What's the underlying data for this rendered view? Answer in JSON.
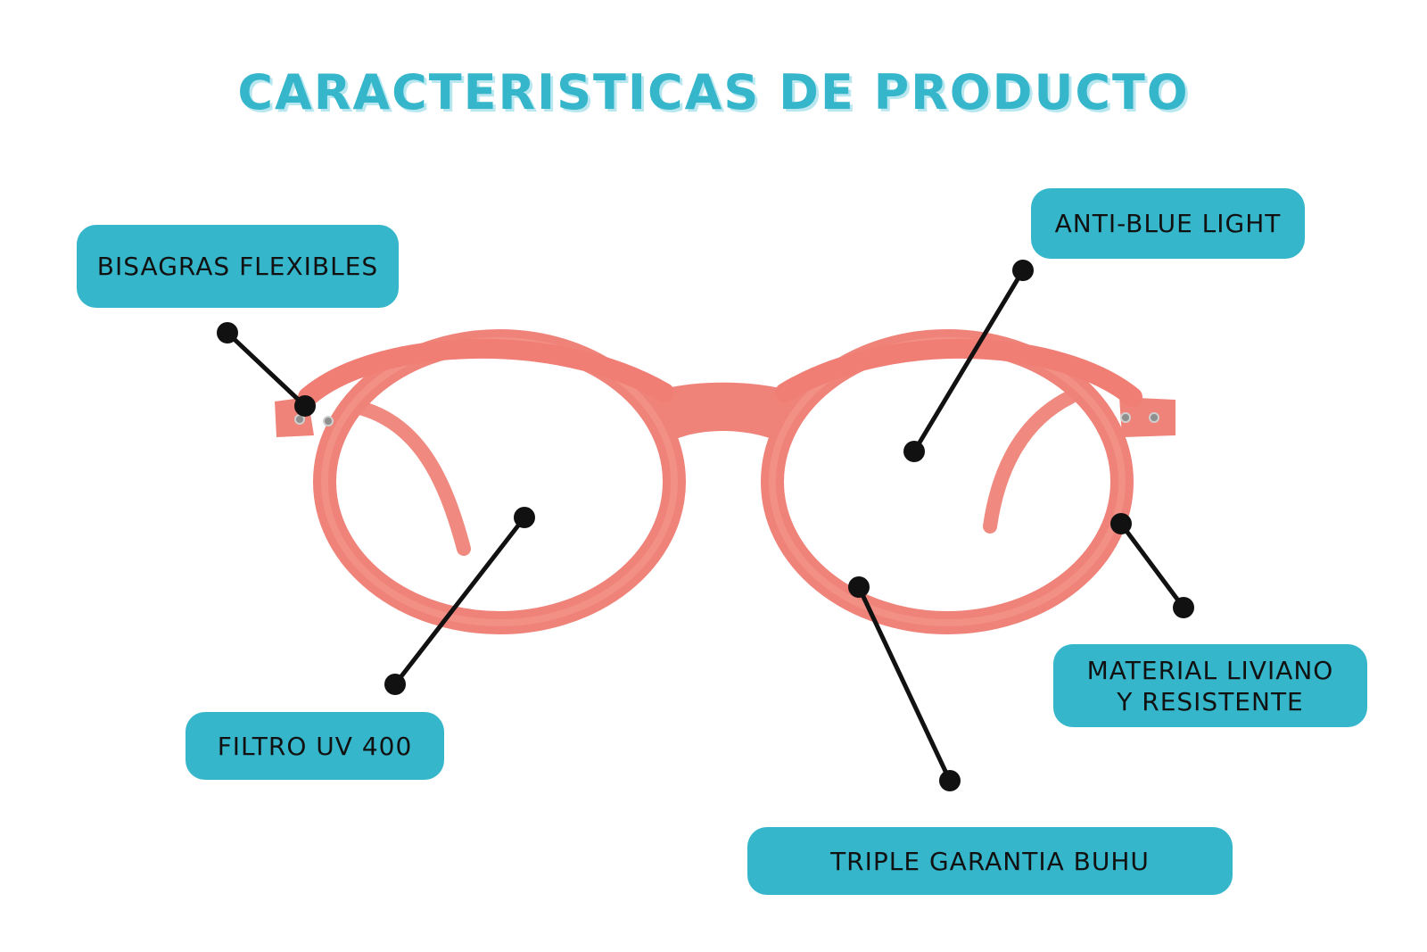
{
  "title": "CARACTERISTICAS DE PRODUCTO",
  "labels": {
    "bisagras": "BISAGRAS FLEXIBLES",
    "anti_blue": "ANTI-BLUE LIGHT",
    "filtro": "FILTRO UV 400",
    "material_line1": "MATERIAL LIVIANO",
    "material_line2": "Y RESISTENTE",
    "garantia": "TRIPLE GARANTIA BUHU"
  },
  "colors": {
    "accent": "#35b6cb",
    "frame": "#ee7a72",
    "pointer": "#111111"
  }
}
